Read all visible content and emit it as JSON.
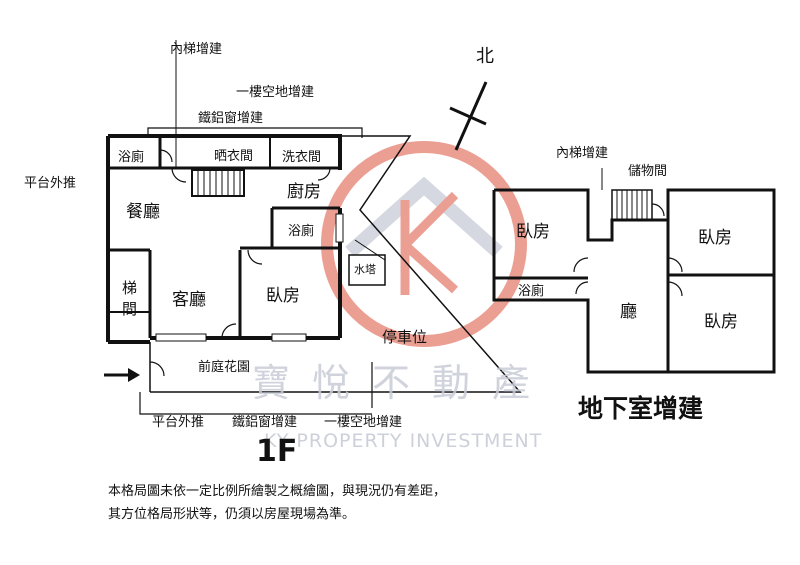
{
  "floor_1f": {
    "floor_label": "1F",
    "rooms": {
      "bathroom_top": "浴廁",
      "drying_room": "晒衣間",
      "laundry_room": "洗衣間",
      "kitchen": "廚房",
      "dining_room": "餐廳",
      "bathroom_mid": "浴廁",
      "stairs": "梯間",
      "living_room": "客廳",
      "bedroom": "臥房",
      "water_tower": "水塔",
      "parking": "停車位",
      "front_garden": "前庭花園"
    },
    "callouts": {
      "inner_stair_addition": "內梯增建",
      "ground_vacant_addition_top": "一樓空地增建",
      "aluminum_window_addition_top": "鐵鋁窗增建",
      "platform_extension_left": "平台外推",
      "platform_extension_bottom": "平台外推",
      "aluminum_window_addition_bottom": "鐵鋁窗增建",
      "ground_vacant_addition_bottom": "一樓空地增建"
    }
  },
  "basement": {
    "title": "地下室增建",
    "rooms": {
      "inner_stair_addition": "內梯增建",
      "storage": "儲物間",
      "bedroom_left": "臥房",
      "bedroom_right_top": "臥房",
      "bathroom": "浴廁",
      "hall": "廳",
      "bedroom_right_bottom": "臥房"
    }
  },
  "compass": {
    "north_label": "北"
  },
  "watermark": {
    "chinese": "寶悅不動產",
    "english": "KY PROPERTY INVESTMENT"
  },
  "disclaimer": {
    "line1": "本格局圖未依一定比例所繪製之概繪圖，與現況仍有差距，",
    "line2": "其方位格局形狀等，仍須以房屋現場為準。"
  },
  "colors": {
    "wall": "#111111",
    "watermark_red": "#e5806f",
    "watermark_grey": "#c8ccd6"
  }
}
